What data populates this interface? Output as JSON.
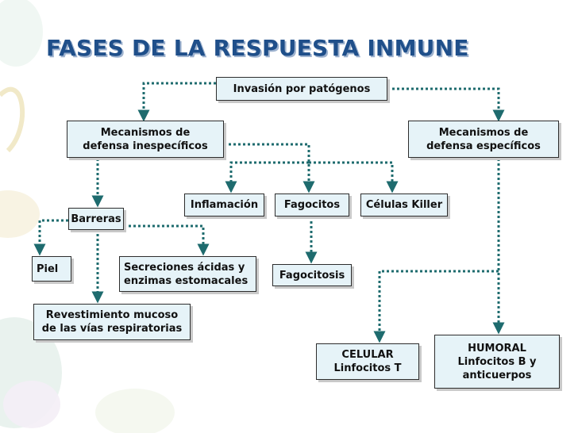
{
  "title": "FASES DE LA RESPUESTA INMUNE",
  "nodes": {
    "invasion": "Invasión por patógenos",
    "inespecificos": "Mecanismos de\ndefensa inespecíficos",
    "especificos": "Mecanismos de\ndefensa específicos",
    "inflamacion": "Inflamación",
    "fagocitos": "Fagocitos",
    "killer": "Células Killer",
    "barreras": "Barreras",
    "piel": "Piel",
    "secreciones": "Secreciones ácidas y\nenzimas estomacales",
    "fagocitosis": "Fagocitosis",
    "revestimiento": "Revestimiento mucoso\nde las vías respiratorias",
    "celular": "CELULAR\nLinfocitos T",
    "humoral": "HUMORAL\nLinfocitos B  y\nanticuerpos"
  },
  "colors": {
    "title": "#1f4f8a",
    "box_fill": "#e6f3f8",
    "connector": "#1e6b6e"
  }
}
